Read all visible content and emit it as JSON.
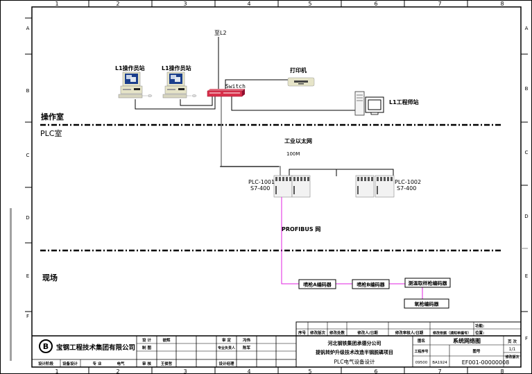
{
  "frame": {
    "columns": [
      "1",
      "2",
      "3",
      "4",
      "5",
      "6",
      "7",
      "8"
    ],
    "rows": [
      "A",
      "B",
      "C",
      "D",
      "E",
      "F"
    ]
  },
  "zones": {
    "operator_room": "操作室",
    "plc_room": "PLC室",
    "field": "现场"
  },
  "network": {
    "to_l2": "至L2",
    "switch": "Switch",
    "printer": "打印机",
    "op_station_1": "L1操作员站",
    "op_station_2": "L1操作员站",
    "eng_station": "L1工程师站",
    "industrial_ethernet": "工业以太网",
    "speed": "100M",
    "profibus": "PROFIBUS 网",
    "plc1_name": "PLC-1001",
    "plc1_model": "S7-400",
    "plc2_name": "PLC-1002",
    "plc2_model": "S7-400",
    "encoders": [
      "喷枪A编码器",
      "喷枪B编码器",
      "测温取样枪编码器",
      "氧枪编码器"
    ]
  },
  "colors": {
    "profibus_line": "#e020e0",
    "switch_body": "#d8304a",
    "ethernet_line": "#000000",
    "trunk_line": "#808080"
  },
  "title_block": {
    "company": "宝钢工程技术集团有限公司",
    "design_label": "设 计",
    "design_value": "彼辉",
    "draw_label": "制 图",
    "approve_label": "审 定",
    "approve_value": "冯伟",
    "lead_label": "专业负责人",
    "lead_value": "陈军",
    "stage_label": "设计阶段",
    "stage_value": "设备设计",
    "discipline_label": "专 业",
    "discipline_value": "电气",
    "check_label": "审 核",
    "check_value": "王俊哲",
    "manager_label": "设计经理",
    "rev_headers": [
      "序号",
      "修改版次",
      "修改处数",
      "修改人/日期",
      "修改审核人/日期",
      "修改依据（通知单编号）"
    ],
    "function_label": "功能:",
    "position_label": "位置:",
    "client": "河北钢铁集团承德分公司",
    "project": "提钒转炉升级技术改造半钢脱磷项目",
    "subtitle": "PLC电气设备设计",
    "drawing_name_label": "图名",
    "drawing_name": "系统网络图",
    "project_no_label": "工程序号",
    "project_no": "09500",
    "code": "BA1924",
    "drawing_no_label": "图号",
    "drawing_no": "EF001-00000008",
    "page_label": "页 次",
    "page_value": "1/1",
    "rev_label": "修改版次"
  }
}
